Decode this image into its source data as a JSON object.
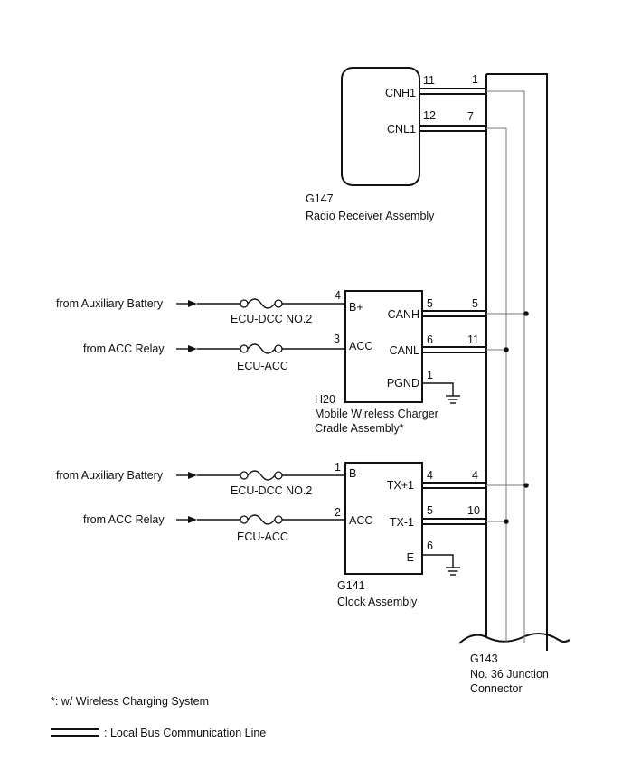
{
  "radio": {
    "code": "G147",
    "name": "Radio Receiver Assembly",
    "pins": [
      {
        "label": "CNH1",
        "pin": "11",
        "jpin": "1"
      },
      {
        "label": "CNL1",
        "pin": "12",
        "jpin": "7"
      }
    ]
  },
  "charger": {
    "code": "H20",
    "name_line1": "Mobile Wireless Charger",
    "name_line2": "Cradle Assembly*",
    "inputs": [
      {
        "source": "from Auxiliary Battery",
        "fuse": "ECU-DCC NO.2",
        "pin": "4",
        "label": "B+"
      },
      {
        "source": "from ACC Relay",
        "fuse": "ECU-ACC",
        "pin": "3",
        "label": "ACC"
      }
    ],
    "outputs": [
      {
        "label": "CANH",
        "pin": "5",
        "jpin": "5"
      },
      {
        "label": "CANL",
        "pin": "6",
        "jpin": "11"
      }
    ],
    "ground": {
      "label": "PGND",
      "pin": "1"
    }
  },
  "clock": {
    "code": "G141",
    "name": "Clock Assembly",
    "inputs": [
      {
        "source": "from Auxiliary Battery",
        "fuse": "ECU-DCC NO.2",
        "pin": "1",
        "label": "B"
      },
      {
        "source": "from ACC Relay",
        "fuse": "ECU-ACC",
        "pin": "2",
        "label": "ACC"
      }
    ],
    "outputs": [
      {
        "label": "TX+1",
        "pin": "4",
        "jpin": "4"
      },
      {
        "label": "TX-1",
        "pin": "5",
        "jpin": "10"
      }
    ],
    "ground": {
      "label": "E",
      "pin": "6"
    }
  },
  "junction": {
    "code": "G143",
    "name_line1": "No. 36 Junction",
    "name_line2": "Connector"
  },
  "notes": {
    "footnote": "*: w/ Wireless Charging System",
    "legend": ": Local Bus Communication Line"
  }
}
